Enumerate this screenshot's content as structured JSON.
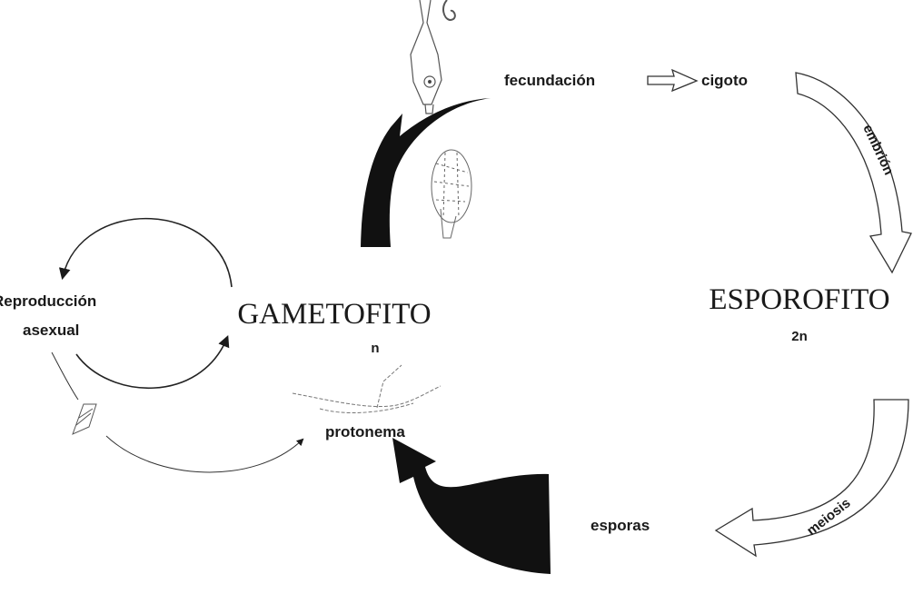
{
  "title_gametophyte": "GAMETOFITO",
  "ploidy_gametophyte": "n",
  "title_sporophyte": "ESPOROFITO",
  "ploidy_sporophyte": "2n",
  "labels": {
    "fecundacion": "fecundación",
    "cigoto": "cigoto",
    "embrion": "embrión",
    "meiosis": "meiosis",
    "esporas": "esporas",
    "protonema": "protonema",
    "reproduccion": "Reproducción",
    "asexual": "asexual"
  },
  "colors": {
    "ink": "#1a1a1a",
    "background": "#ffffff"
  }
}
